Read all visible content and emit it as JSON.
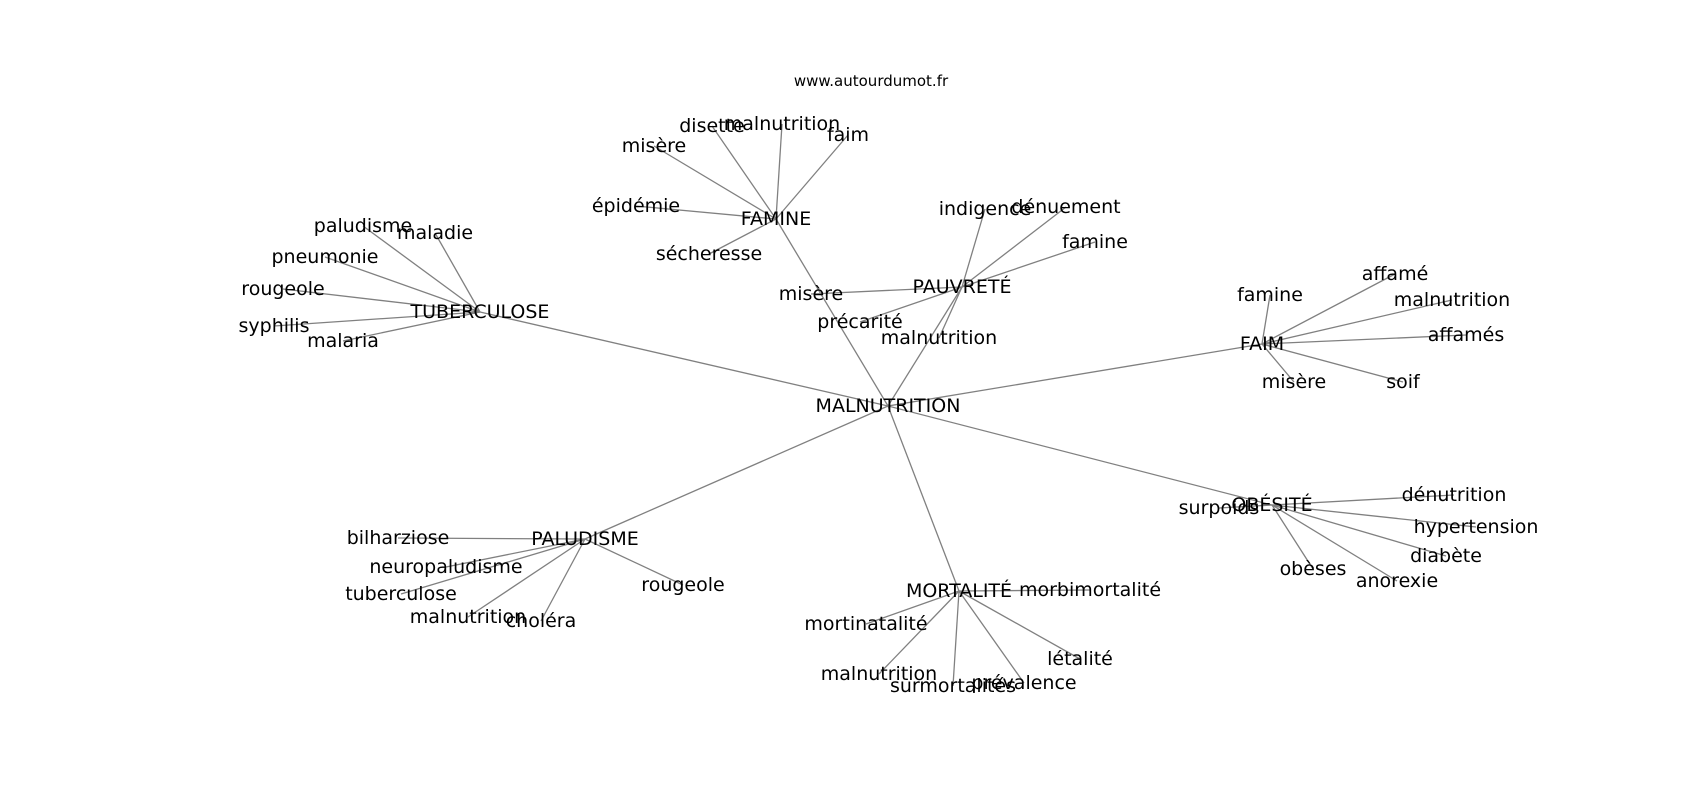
{
  "attribution": "www.autourdumot.fr",
  "graph": {
    "center": {
      "label": "MALNUTRITION"
    },
    "clusters": [
      {
        "hub": "TUBERCULOSE",
        "leaves": [
          "paludisme",
          "maladie",
          "pneumonie",
          "rougeole",
          "syphilis",
          "malaria"
        ]
      },
      {
        "hub": "FAMINE",
        "leaves": [
          "misère",
          "disette",
          "malnutrition",
          "faim",
          "épidémie",
          "sécheresse"
        ]
      },
      {
        "hub": "PAUVRETÉ",
        "leaves": [
          "indigence",
          "dénuement",
          "famine",
          "misère",
          "précarité",
          "malnutrition"
        ]
      },
      {
        "hub": "FAIM",
        "leaves": [
          "famine",
          "affamé",
          "malnutrition",
          "affamés",
          "misère",
          "soif"
        ]
      },
      {
        "hub": "OBÉSITÉ",
        "leaves": [
          "dénutrition",
          "surpoids",
          "hypertension",
          "diabète",
          "obèses",
          "anorexie"
        ]
      },
      {
        "hub": "MORTALITÉ",
        "leaves": [
          "morbimortalité",
          "mortinatalité",
          "létalité",
          "malnutrition",
          "surmortalités",
          "prévalence"
        ]
      },
      {
        "hub": "PALUDISME",
        "leaves": [
          "bilharziose",
          "neuropaludisme",
          "tuberculose",
          "malnutrition",
          "choléra",
          "rougeole"
        ]
      }
    ]
  }
}
